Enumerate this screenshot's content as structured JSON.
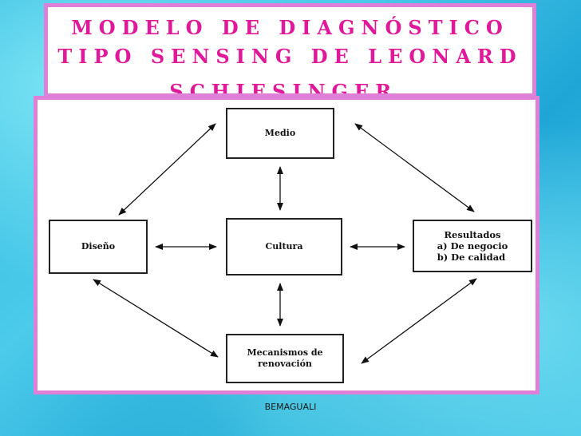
{
  "title": {
    "line1": "MODELO DE DIAGNÓSTICO",
    "line2": "TIPO SENSING DE LEONARD",
    "line3": "SCHIESINGER."
  },
  "nodes": {
    "medio": "Medio",
    "diseno": "Diseño",
    "cultura": "Cultura",
    "resultados": {
      "heading": "Resultados",
      "item_a": "a)  De negocio",
      "item_b": "b)  De calidad"
    },
    "mecanismos": {
      "line1": "Mecanismos de",
      "line2": "renovación"
    }
  },
  "footer": "BEMAGUALI"
}
